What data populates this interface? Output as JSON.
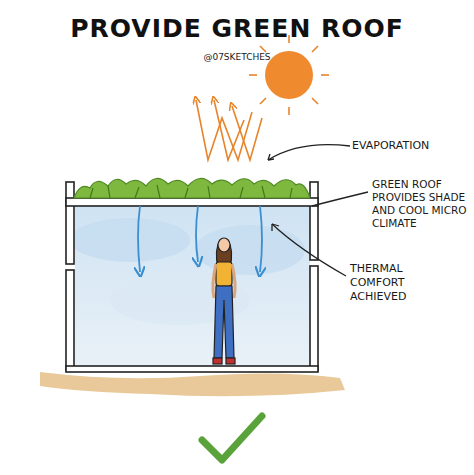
{
  "diagram": {
    "title": "PROVIDE GREEN ROOF",
    "labels": [
      "@07SKETCHES",
      "EVAPORATION",
      "GREEN ROOF PROVIDES SHADE AND COOL MICRO CLIMATE",
      "THERMAL COMFORT ACHIEVED"
    ]
  }
}
